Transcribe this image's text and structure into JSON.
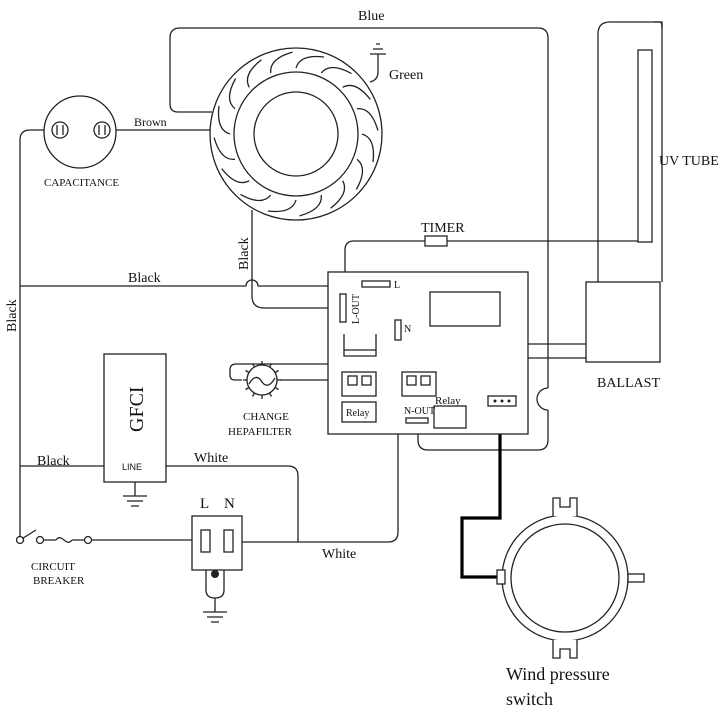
{
  "labels": {
    "blue": "Blue",
    "green": "Green",
    "brown": "Brown",
    "capacitance": "CAPACITANCE",
    "black_fan": "Black",
    "black_mid": "Black",
    "black_left": "Black",
    "black_gfci": "Black",
    "timer": "TIMER",
    "uv_tube": "UV TUBE",
    "ballast": "BALLAST",
    "l_terminal": "L",
    "l_out": "L-OUT",
    "n_terminal": "N",
    "n_out": "N-OUT",
    "relay_left": "Relay",
    "relay_right": "Relay",
    "change": "CHANGE",
    "hepafilter": "HEPAFILTER",
    "gfci": "GFCI",
    "gfci_line": "LINE",
    "white_top": "White",
    "white_bottom": "White",
    "plug_l": "L",
    "plug_n": "N",
    "circuit": "CIRCUIT",
    "breaker": "BREAKER",
    "wind1": "Wind pressure",
    "wind2": "switch"
  }
}
